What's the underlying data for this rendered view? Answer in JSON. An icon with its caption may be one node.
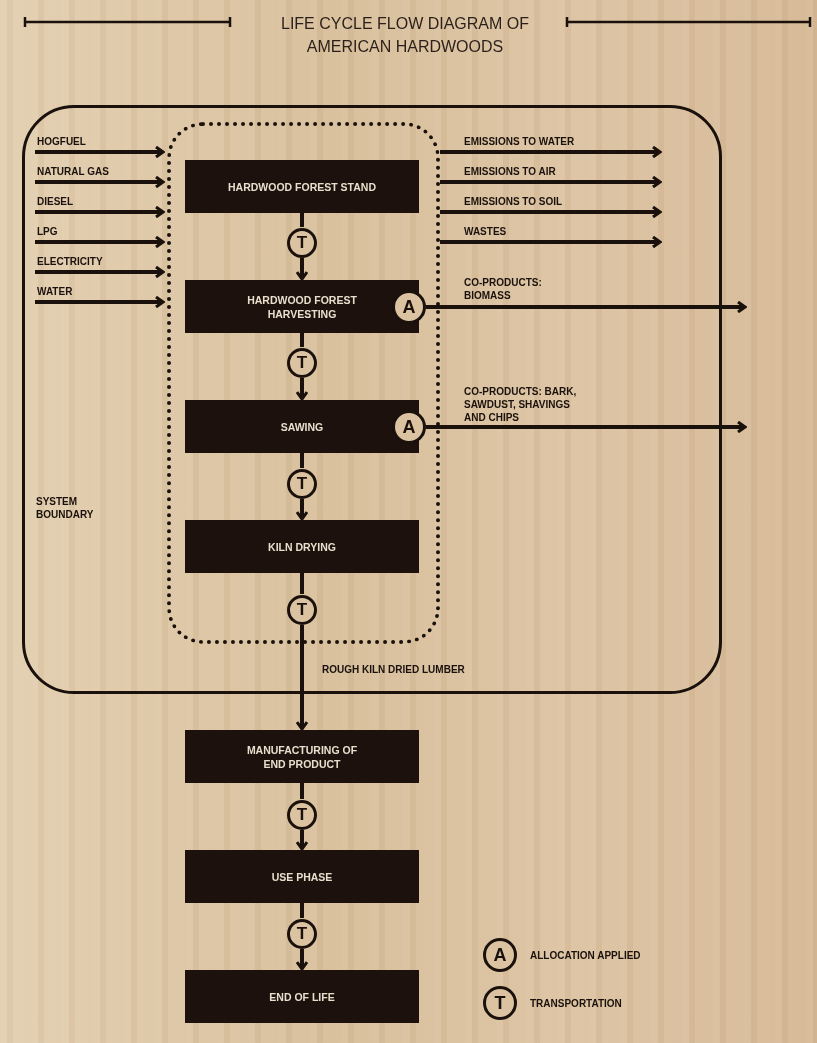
{
  "diagram": {
    "title": "LIFE CYCLE FLOW DIAGRAM OF AMERICAN HARDWOODS",
    "nodes": [
      {
        "text": [
          "SYSTEM BOUNDARY"
        ]
      },
      {
        "text": [],
        "shape": "box",
        "in": 0
      },
      {
        "text": [
          "HARDWOOD FOREST STAND"
        ],
        "in": 1
      },
      {
        "text": [
          "T"
        ],
        "in": 1
      },
      {
        "text": [
          "HARDWOOD FOREST HARVESTING"
        ],
        "in": 1
      },
      {
        "text": [
          "A"
        ],
        "in": 1
      },
      {
        "text": [
          "T"
        ],
        "in": 1
      },
      {
        "text": [
          "SAWING"
        ],
        "in": 1
      },
      {
        "text": [
          "A"
        ],
        "in": 1
      },
      {
        "text": [
          "T"
        ],
        "in": 1
      },
      {
        "text": [
          "KILN DRYING"
        ],
        "in": 1
      },
      {
        "text": [
          "T"
        ],
        "in": 1
      },
      {
        "text": [
          "MANUFACTURING OF END PRODUCT"
        ]
      },
      {
        "text": [
          "T"
        ]
      },
      {
        "text": [
          "USE PHASE"
        ]
      },
      {
        "text": [
          "T"
        ]
      },
      {
        "text": [
          "END OF LIFE"
        ]
      },
      {
        "text": [
          "A"
        ],
        "beside": [
          "ALLOCATION APPLIED"
        ]
      },
      {
        "text": [
          "T"
        ],
        "beside": [
          "TRANSPORTATION"
        ]
      }
    ],
    "edges": [
      {
        "from": 2,
        "to": 3,
        "arrow": "none"
      },
      {
        "from": 3,
        "to": 4,
        "arrow": "to"
      },
      {
        "from": 4,
        "to": 6,
        "arrow": "none"
      },
      {
        "from": 6,
        "to": 7,
        "arrow": "to"
      },
      {
        "from": 7,
        "to": 9,
        "arrow": "none"
      },
      {
        "from": 9,
        "to": 10,
        "arrow": "to"
      },
      {
        "from": 10,
        "to": 11,
        "arrow": "none"
      },
      {
        "from": 11,
        "to": 12,
        "arrow": "to",
        "label": "ROUGH KILN DRIED LUMBER"
      },
      {
        "from": 12,
        "to": 13,
        "arrow": "none"
      },
      {
        "from": 13,
        "to": 14,
        "arrow": "to"
      },
      {
        "from": 14,
        "to": 15,
        "arrow": "none"
      },
      {
        "from": 15,
        "to": 16,
        "arrow": "to"
      },
      {
        "from": null,
        "to": 1,
        "arrow": "to",
        "label": "HOGFUEL"
      },
      {
        "from": null,
        "to": 1,
        "arrow": "to",
        "label": "NATURAL GAS"
      },
      {
        "from": null,
        "to": 1,
        "arrow": "to",
        "label": "DIESEL"
      },
      {
        "from": null,
        "to": 1,
        "arrow": "to",
        "label": "LPG"
      },
      {
        "from": null,
        "to": 1,
        "arrow": "to",
        "label": "ELECTRICITY"
      },
      {
        "from": null,
        "to": 1,
        "arrow": "to",
        "label": "WATER"
      },
      {
        "from": 1,
        "to": null,
        "arrow": "to",
        "label": "EMISSIONS TO WATER"
      },
      {
        "from": 1,
        "to": null,
        "arrow": "to",
        "label": "EMISSIONS TO AIR"
      },
      {
        "from": 1,
        "to": null,
        "arrow": "to",
        "label": "EMISSIONS TO SOIL"
      },
      {
        "from": 1,
        "to": null,
        "arrow": "to",
        "label": "WASTES"
      },
      {
        "from": 5,
        "to": null,
        "arrow": "to",
        "label": "CO-PRODUCTS: BIOMASS"
      },
      {
        "from": 8,
        "to": null,
        "arrow": "to",
        "label": "CO-PRODUCTS: BARK, SAWDUST, SHAVINGS AND CHIPS"
      }
    ]
  }
}
